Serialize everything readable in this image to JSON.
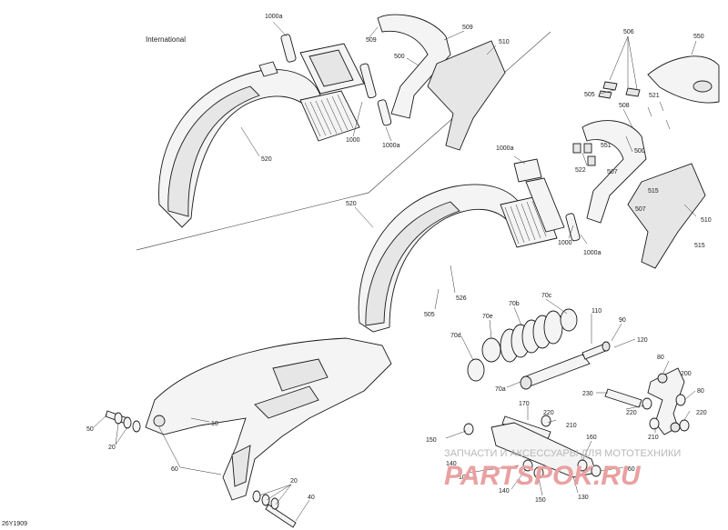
{
  "diagram": {
    "region_label": "International",
    "drawing_code": "26Y1909",
    "watermark_line1": "ЗАПЧАСТИ И АКСЕССУАРЫ ДЛЯ МОТОТЕХНИКИ",
    "watermark_line2": "PARTSPOK.RU"
  },
  "callouts": [
    {
      "id": "c1000a_1",
      "text": "1000a"
    },
    {
      "id": "c509_1",
      "text": "509"
    },
    {
      "id": "c509_2",
      "text": "509"
    },
    {
      "id": "c510_1",
      "text": "510"
    },
    {
      "id": "c500_1",
      "text": "500"
    },
    {
      "id": "c1000_1",
      "text": "1000"
    },
    {
      "id": "c1000a_2",
      "text": "1000a"
    },
    {
      "id": "c520_1",
      "text": "520"
    },
    {
      "id": "c506",
      "text": "506"
    },
    {
      "id": "c550",
      "text": "550"
    },
    {
      "id": "c505_1",
      "text": "505"
    },
    {
      "id": "c521",
      "text": "521"
    },
    {
      "id": "c508",
      "text": "508"
    },
    {
      "id": "c551",
      "text": "551"
    },
    {
      "id": "c500_2",
      "text": "500"
    },
    {
      "id": "c522",
      "text": "522"
    },
    {
      "id": "c507_1",
      "text": "507"
    },
    {
      "id": "c515_1",
      "text": "515"
    },
    {
      "id": "c507_2",
      "text": "507"
    },
    {
      "id": "c510_2",
      "text": "510"
    },
    {
      "id": "c515_2",
      "text": "515"
    },
    {
      "id": "c1000a_3",
      "text": "1000a"
    },
    {
      "id": "c1000_2",
      "text": "1000"
    },
    {
      "id": "c1000a_4",
      "text": "1000a"
    },
    {
      "id": "c520_2",
      "text": "520"
    },
    {
      "id": "c526",
      "text": "526"
    },
    {
      "id": "c505_2",
      "text": "505"
    },
    {
      "id": "c70b",
      "text": "70b"
    },
    {
      "id": "c70c",
      "text": "70c"
    },
    {
      "id": "c70e",
      "text": "70e"
    },
    {
      "id": "c70d",
      "text": "70d"
    },
    {
      "id": "c110",
      "text": "110"
    },
    {
      "id": "c90",
      "text": "90"
    },
    {
      "id": "c120",
      "text": "120"
    },
    {
      "id": "c70a",
      "text": "70a"
    },
    {
      "id": "c80_1",
      "text": "80"
    },
    {
      "id": "c200",
      "text": "200"
    },
    {
      "id": "c230",
      "text": "230"
    },
    {
      "id": "c80_2",
      "text": "80"
    },
    {
      "id": "c220_1",
      "text": "220"
    },
    {
      "id": "c220_2",
      "text": "220"
    },
    {
      "id": "c210_1",
      "text": "210"
    },
    {
      "id": "c170",
      "text": "170"
    },
    {
      "id": "c220_3",
      "text": "220"
    },
    {
      "id": "c210_2",
      "text": "210"
    },
    {
      "id": "c150_1",
      "text": "150"
    },
    {
      "id": "c160_1",
      "text": "160"
    },
    {
      "id": "c140_1",
      "text": "140"
    },
    {
      "id": "c100",
      "text": "100"
    },
    {
      "id": "c160_2",
      "text": "160"
    },
    {
      "id": "c140_2",
      "text": "140"
    },
    {
      "id": "c150_2",
      "text": "150"
    },
    {
      "id": "c130",
      "text": "130"
    },
    {
      "id": "c10",
      "text": "10"
    },
    {
      "id": "c50",
      "text": "50"
    },
    {
      "id": "c20_1",
      "text": "20"
    },
    {
      "id": "c60",
      "text": "60"
    },
    {
      "id": "c20_2",
      "text": "20"
    },
    {
      "id": "c40",
      "text": "40"
    }
  ]
}
